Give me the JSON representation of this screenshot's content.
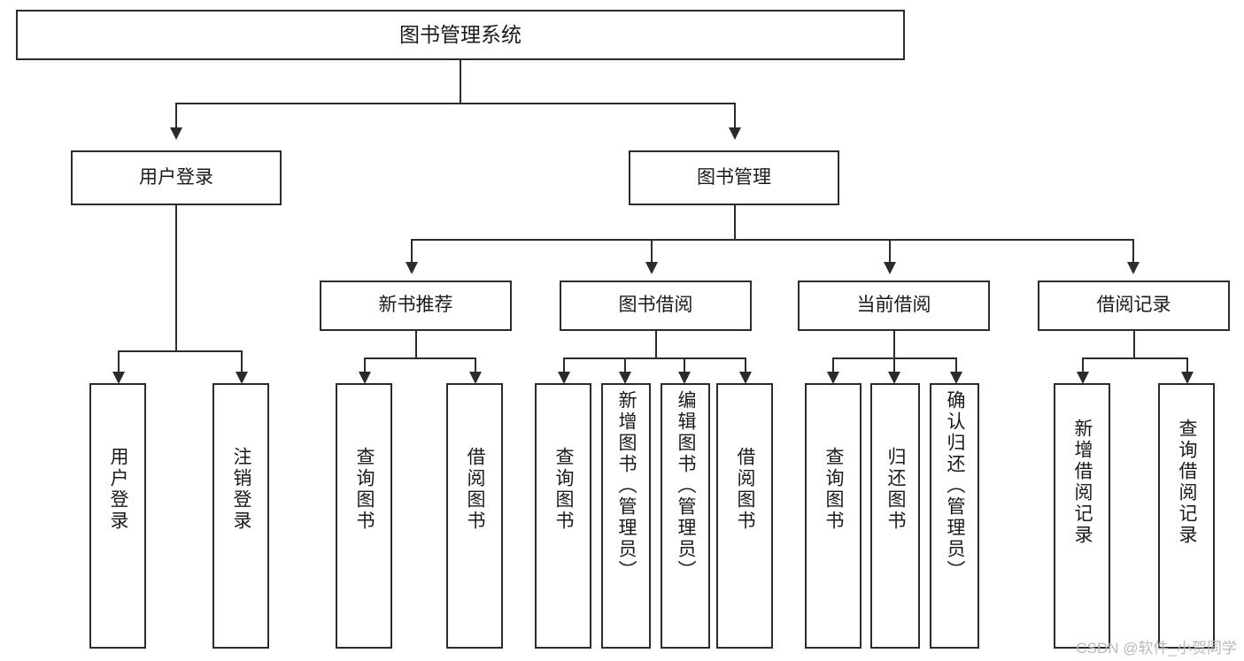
{
  "diagram": {
    "title": "图书管理系统",
    "type": "hierarchy-tree",
    "root": {
      "id": "root",
      "label": "图书管理系统"
    },
    "level2": [
      {
        "id": "user-login",
        "label": "用户登录"
      },
      {
        "id": "book-manage",
        "label": "图书管理"
      }
    ],
    "level3": [
      {
        "id": "new-book-recommend",
        "label": "新书推荐"
      },
      {
        "id": "book-borrow",
        "label": "图书借阅"
      },
      {
        "id": "current-borrow",
        "label": "当前借阅"
      },
      {
        "id": "borrow-record",
        "label": "借阅记录"
      }
    ],
    "leaves": {
      "user_login": [
        {
          "id": "leaf-user-login",
          "label": "用户登录"
        },
        {
          "id": "leaf-logout-login",
          "label": "注销登录"
        }
      ],
      "new_book_recommend": [
        {
          "id": "leaf-query-book-1",
          "label": "查询图书"
        },
        {
          "id": "leaf-borrow-book-1",
          "label": "借阅图书"
        }
      ],
      "book_borrow": [
        {
          "id": "leaf-query-book-2",
          "label": "查询图书"
        },
        {
          "id": "leaf-add-book",
          "label": "新增图书（管理员）"
        },
        {
          "id": "leaf-edit-book",
          "label": "编辑图书（管理员）"
        },
        {
          "id": "leaf-borrow-book-2",
          "label": "借阅图书"
        }
      ],
      "current_borrow": [
        {
          "id": "leaf-query-book-3",
          "label": "查询图书"
        },
        {
          "id": "leaf-return-book",
          "label": "归还图书"
        },
        {
          "id": "leaf-confirm-return",
          "label": "确认归还（管理员）"
        }
      ],
      "borrow_record": [
        {
          "id": "leaf-add-record",
          "label": "新增借阅记录"
        },
        {
          "id": "leaf-query-record",
          "label": "查询借阅记录"
        }
      ]
    }
  },
  "watermark": {
    "text": "CSDN @软件_小贺同学"
  },
  "colors": {
    "stroke": "#2b2b2b",
    "background": "#ffffff",
    "text": "#1a1a1a",
    "watermark": "#b9b9b9"
  }
}
